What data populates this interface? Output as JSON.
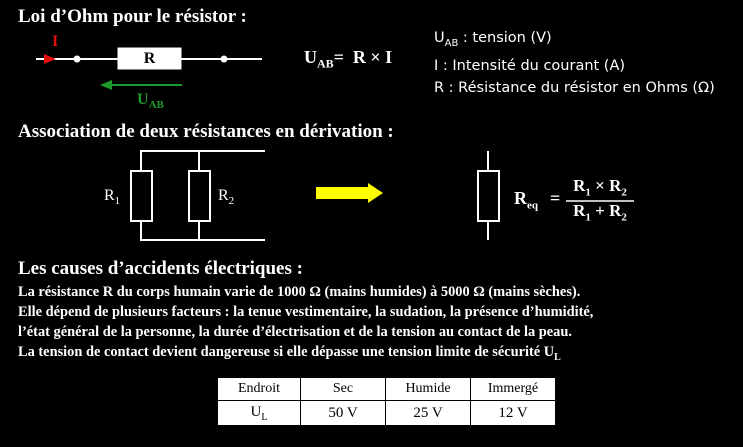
{
  "section1": {
    "title": "Loi d’Ohm pour le résistor :",
    "current_label": "I",
    "resistor_label": "R",
    "voltage_label_main": "U",
    "voltage_label_sub": "AB",
    "formula": {
      "lhs_main": "U",
      "lhs_sub": "AB",
      "rhs": "=  R × I"
    },
    "legend": [
      {
        "main": "U",
        "sub": "AB",
        "text": " : tension (V)"
      },
      {
        "main": "",
        "sub": "",
        "text": "I : Intensité du courant (A)"
      },
      {
        "main": "",
        "sub": "",
        "text": "R : Résistance du résistor en Ohms (Ω)"
      }
    ]
  },
  "section2": {
    "title": "Association de deux  résistances en dérivation :",
    "r1_main": "R",
    "r1_sub": "1",
    "r2_main": "R",
    "r2_sub": "2",
    "req_main": "R",
    "req_sub": "eq",
    "eq_sign": "=",
    "numerator": {
      "a": "R",
      "a_sub": "1",
      "op": " × ",
      "b": "R",
      "b_sub": "2"
    },
    "denominator": {
      "a": "R",
      "a_sub": "1",
      "op": " + ",
      "b": "R",
      "b_sub": "2"
    }
  },
  "section3": {
    "title": "Les causes d’accidents électriques :",
    "paragraph_lines": [
      "La résistance R du corps humain varie de 1000 Ω (mains humides) à 5000 Ω (mains sèches).",
      "Elle dépend de plusieurs facteurs : la tenue vestimentaire, la sudation, la présence d’humidité,",
      "l’état général de la personne, la durée d’électrisation et de la tension au contact de la peau."
    ],
    "last_line": {
      "text": "La tension de contact devient dangereuse si elle dépasse une tension limite de sécurité U",
      "sub": "L"
    }
  },
  "table": {
    "header": [
      "Endroit",
      "Sec",
      "Humide",
      "Immergé"
    ],
    "row_label_main": "U",
    "row_label_sub": "L",
    "values": [
      "50 V",
      "25 V",
      "12 V"
    ]
  },
  "colors": {
    "current_arrow": "#e01010",
    "voltage_arrow": "#1e9a2a",
    "yellow_arrow": "#ffff00",
    "background": "#000000"
  }
}
